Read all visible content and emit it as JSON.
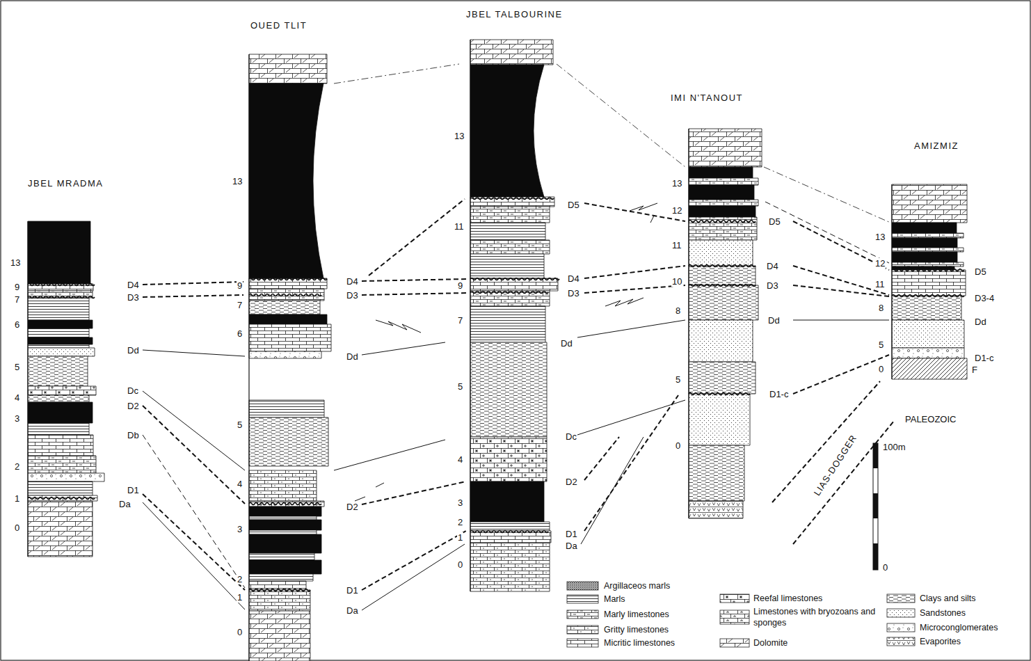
{
  "diagram": {
    "nodes": [
      {
        "text": [
          "JBEL MRADMA"
        ]
      },
      {
        "text": [
          "OUED TLIT"
        ]
      },
      {
        "text": [
          "JBEL TALBOURINE"
        ]
      },
      {
        "text": [
          "IMI N'TANOUT"
        ]
      },
      {
        "text": [
          "AMIZMIZ"
        ]
      }
    ],
    "labels": [
      "13",
      "9",
      "7",
      "6",
      "5",
      "4",
      "3",
      "2",
      "1",
      "0",
      "D4",
      "D3",
      "Dd",
      "Dc",
      "D2",
      "Db",
      "D1",
      "Da",
      "13",
      "9",
      "7",
      "6",
      "5",
      "4",
      "3",
      "2",
      "1",
      "0",
      "D4",
      "D3",
      "Dd",
      "D2",
      "D1",
      "Da",
      "13",
      "11",
      "9",
      "7",
      "5",
      "4",
      "3",
      "2",
      "1",
      "0",
      "D5",
      "D4",
      "D3",
      "Dd",
      "Dc",
      "D2",
      "D1",
      "Da",
      "13",
      "12",
      "11",
      "10",
      "8",
      "5",
      "0",
      "D5",
      "D4",
      "D3",
      "Dd",
      "D1-c",
      "13",
      "12",
      "11",
      "8",
      "5",
      "0",
      "D5",
      "D3-4",
      "Dd",
      "D1-c",
      "F",
      "PALEOZOIC",
      "LIAS-DOGGER",
      "100m",
      "0"
    ],
    "legend": [
      {
        "text": "Argillaceos marls"
      },
      {
        "text": "Marls"
      },
      {
        "text": "Marly limestones"
      },
      {
        "text": "Gritty limestones"
      },
      {
        "text": "Micritic limestones"
      },
      {
        "text": "Reefal limestones"
      },
      {
        "text": "Limestones with bryozoans and sponges"
      },
      {
        "text": "Dolomite"
      },
      {
        "text": "Clays and silts"
      },
      {
        "text": "Sandstones"
      },
      {
        "text": "Microconglomerates"
      },
      {
        "text": "Evaporites"
      }
    ]
  }
}
